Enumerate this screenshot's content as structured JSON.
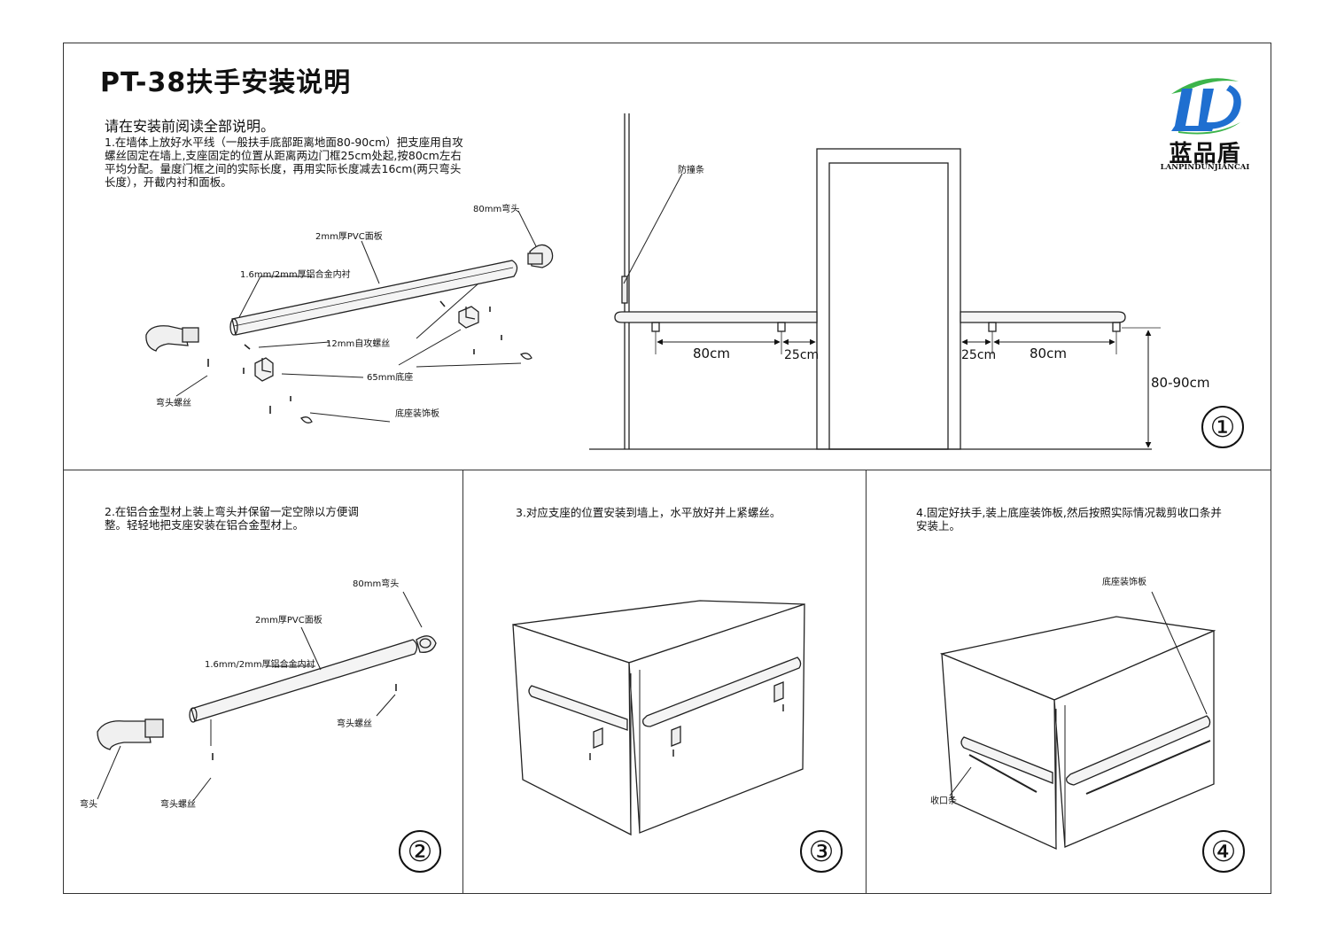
{
  "title": "PT-38扶手安装说明",
  "intro": {
    "heading": "请在安装前阅读全部说明。",
    "step1": "1.在墙体上放好水平线（一般扶手底部距离地面80-90cm）把支座用自攻螺丝固定在墙上,支座固定的位置从距离两边门框25cm处起,按80cm左右平均分配。量度门框之间的实际长度，再用实际长度减去16cm(两只弯头长度），开截内衬和面板。"
  },
  "logo": {
    "name": "蓝品盾",
    "name_en": "LANPINDUNJIANCAI"
  },
  "panel1": {
    "parts": {
      "elbow_80mm": "80mm弯头",
      "pvc_2mm": "2mm厚PVC面板",
      "aluminum_liner": "1.6mm/2mm厚铝合金内衬",
      "screw_12mm": "12mm自攻螺丝",
      "base_65mm": "65mm底座",
      "elbow_screw": "弯头螺丝",
      "base_cover": "底座装饰板"
    },
    "wall_label": "防撞条",
    "dimensions": {
      "spacing_a": "80cm",
      "gap_a": "25cm",
      "gap_b": "25cm",
      "spacing_b": "80cm",
      "height": "80-90cm"
    },
    "number": "①"
  },
  "panel2": {
    "text": "2.在铝合金型材上装上弯头并保留一定空隙以方便调整。轻轻地把支座安装在铝合金型材上。",
    "parts": {
      "elbow_80mm": "80mm弯头",
      "pvc_2mm": "2mm厚PVC面板",
      "aluminum_liner": "1.6mm/2mm厚铝合金内衬",
      "elbow_screw_right": "弯头螺丝",
      "elbow": "弯头",
      "elbow_screw_left": "弯头螺丝"
    },
    "number": "②"
  },
  "panel3": {
    "text": "3.对应支座的位置安装到墙上，水平放好并上紧螺丝。",
    "number": "③"
  },
  "panel4": {
    "text": "4.固定好扶手,装上底座装饰板,然后按照实际情况裁剪收口条并安装上。",
    "parts": {
      "base_cover": "底座装饰板",
      "closing_strip": "收口条"
    },
    "number": "④"
  },
  "colors": {
    "logo_blue": "#1f6fd0",
    "logo_green": "#3cb44b",
    "line": "#222222"
  }
}
